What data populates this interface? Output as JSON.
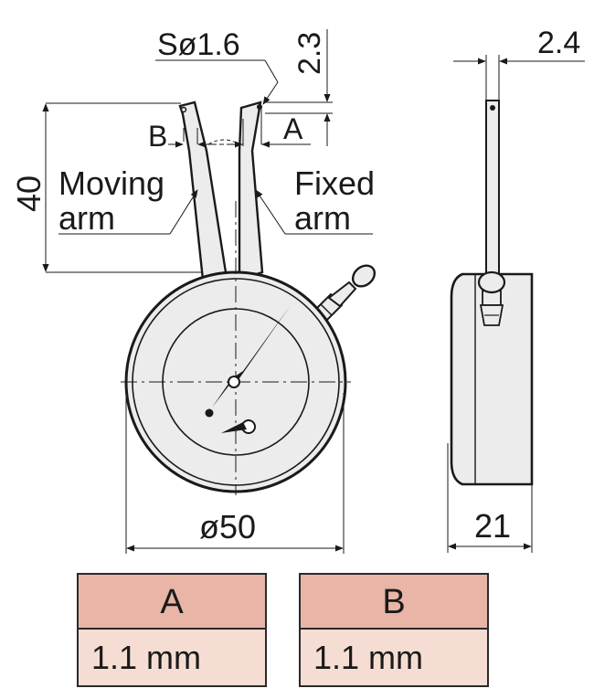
{
  "diagram": {
    "dims": {
      "sphere_dia": "Sø1.6",
      "tip_length": "2.3",
      "arm_length": "40",
      "tip_width": "2.4",
      "body_depth": "21",
      "dial_dia": "ø50",
      "point_a": "A",
      "point_b": "B"
    },
    "labels": {
      "moving_arm_line1": "Moving",
      "moving_arm_line2": "arm",
      "fixed_arm_line1": "Fixed",
      "fixed_arm_line2": "arm"
    },
    "colors": {
      "dial_face": "#ececec",
      "outline": "#1a1a1a",
      "table_head": "#e8b5a6",
      "table_body": "#f6ddd3"
    }
  },
  "spec_tables": [
    {
      "header": "A",
      "value": "1.1 mm"
    },
    {
      "header": "B",
      "value": "1.1 mm"
    }
  ]
}
